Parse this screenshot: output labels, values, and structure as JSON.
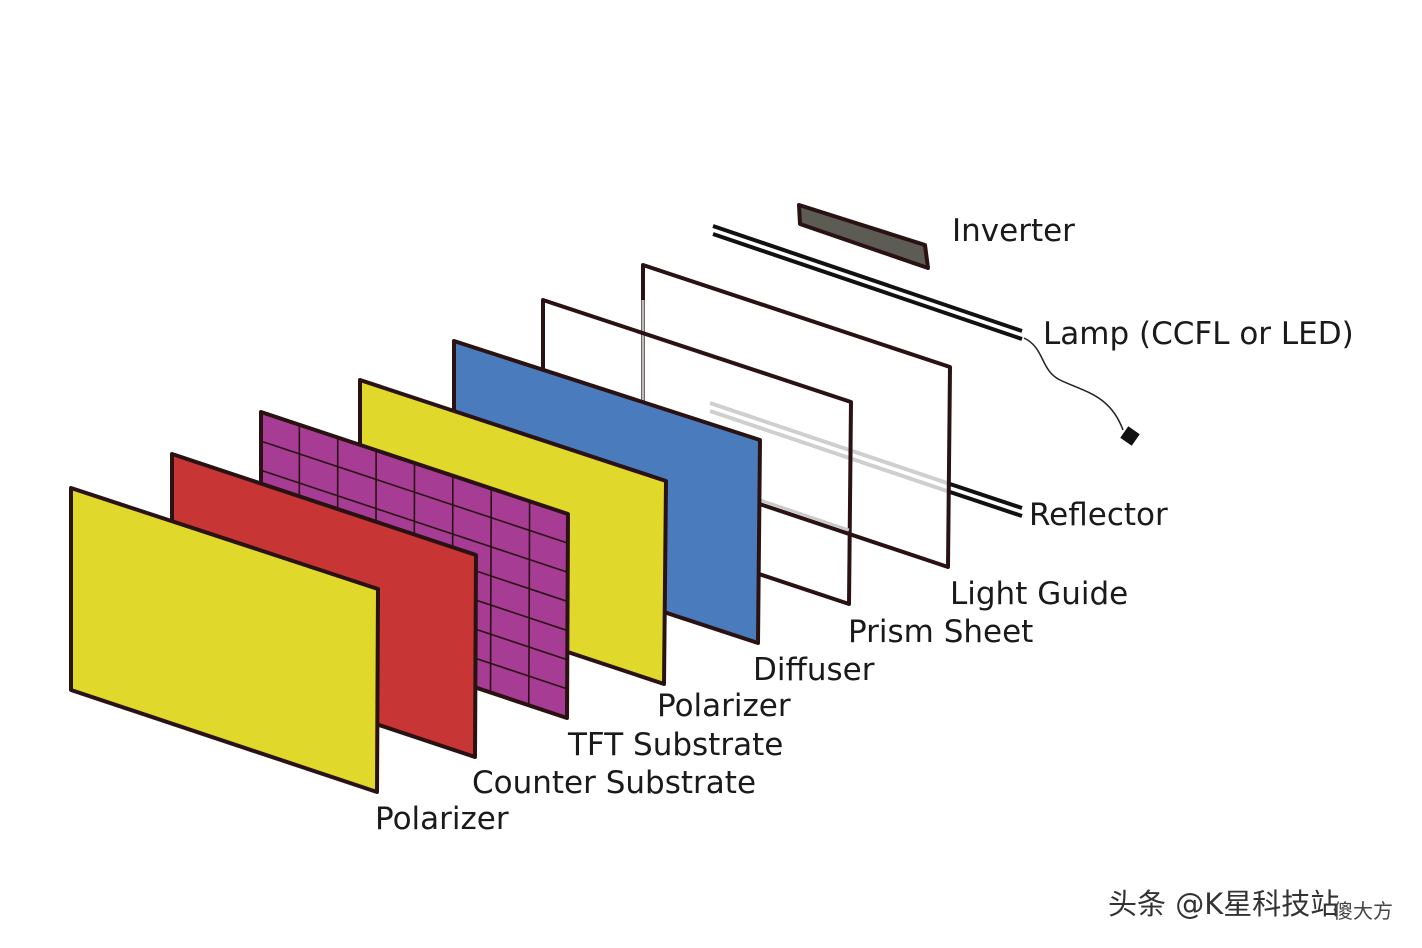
{
  "layers": [
    {
      "key": "front-polarizer",
      "label": "Polarizer",
      "fill": "#e0d92c"
    },
    {
      "key": "counter-substrate",
      "label": "Counter Substrate",
      "fill": "#c83535"
    },
    {
      "key": "tft-substrate",
      "label": "TFT Substrate",
      "fill": "#a63c94"
    },
    {
      "key": "rear-polarizer",
      "label": "Polarizer",
      "fill": "#e0d92c"
    },
    {
      "key": "diffuser",
      "label": "Diffuser",
      "fill": "#4a7bbd"
    },
    {
      "key": "prism-sheet",
      "label": "Prism Sheet",
      "fill": "none"
    },
    {
      "key": "light-guide",
      "label": "Light Guide",
      "fill": "none"
    }
  ],
  "components": {
    "inverter": {
      "label": "Inverter",
      "fill": "#5c5c54"
    },
    "lamp": {
      "label": "Lamp (CCFL or LED)"
    },
    "reflector": {
      "label": "Reflector"
    }
  },
  "colors": {
    "outline": "#2a1212"
  },
  "watermark": {
    "text": "头条 @K星科技站",
    "badge": "傻大方"
  }
}
